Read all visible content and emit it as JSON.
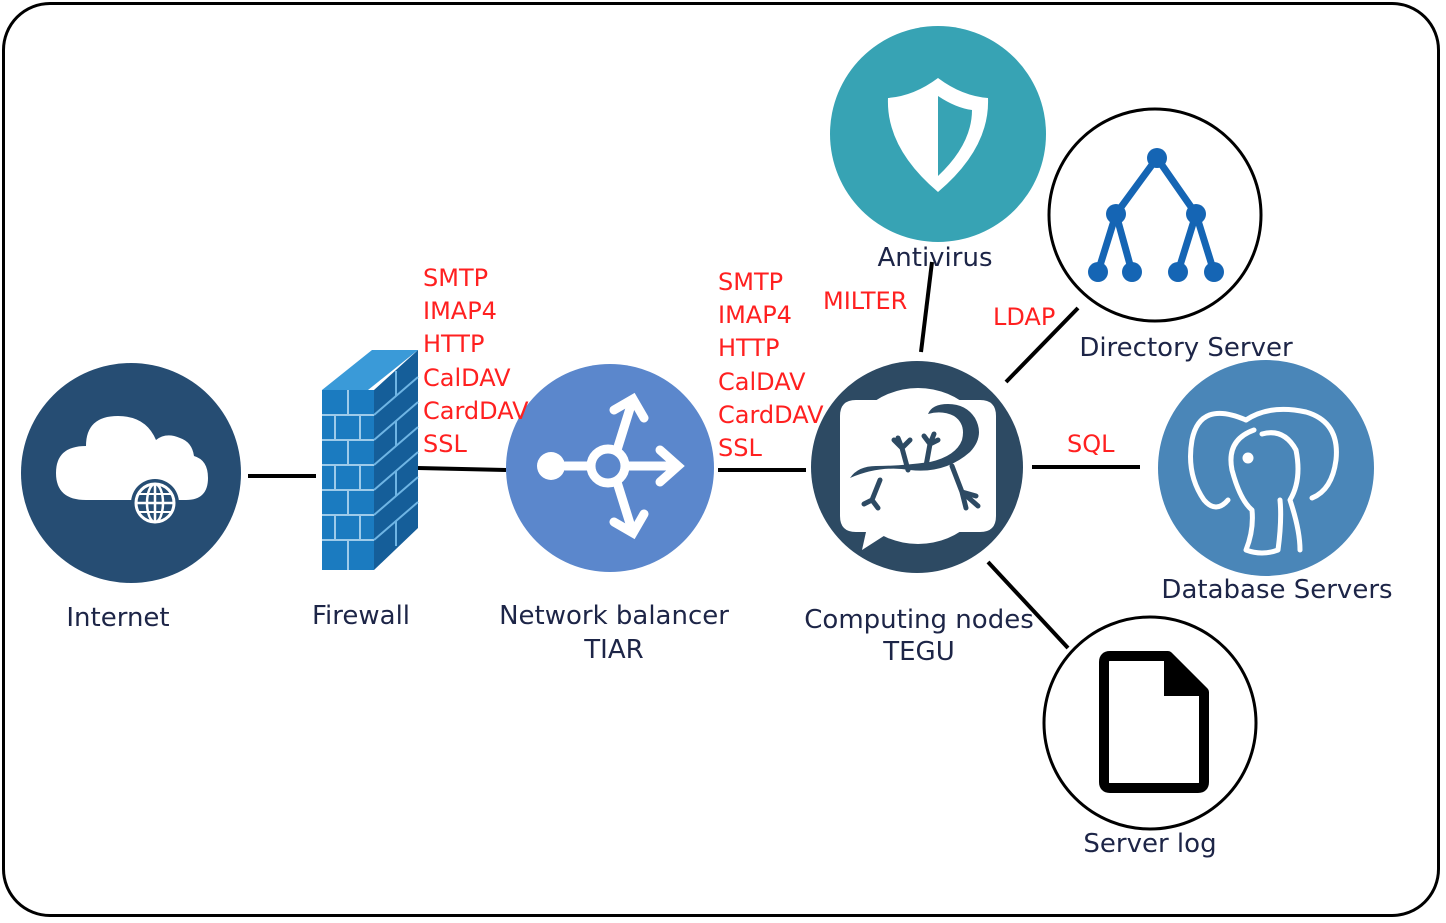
{
  "colors": {
    "internet": "#264d73",
    "firewall": "#1b7bc0",
    "balancer": "#5b87cc",
    "computing": "#2d4a63",
    "antivirus": "#37a3b4",
    "database": "#4a86b8",
    "directory_icon": "#1565b4",
    "label": "#1d2547",
    "protocol": "#ff2020"
  },
  "nodes": {
    "internet": {
      "label": "Internet",
      "icon": "cloud-globe-icon"
    },
    "firewall": {
      "label": "Firewall",
      "icon": "brick-wall-icon"
    },
    "balancer": {
      "label_line1": "Network balancer",
      "label_line2": "TIAR",
      "icon": "load-balancer-icon"
    },
    "computing": {
      "label_line1": "Computing nodes",
      "label_line2": "TEGU",
      "icon": "lizard-icon"
    },
    "antivirus": {
      "label": "Antivirus",
      "icon": "shield-icon"
    },
    "directory": {
      "label": "Directory Server",
      "icon": "tree-hierarchy-icon"
    },
    "database": {
      "label": "Database Servers",
      "icon": "elephant-icon"
    },
    "serverlog": {
      "label": "Server log",
      "icon": "document-icon"
    }
  },
  "protocols": {
    "firewall_to_balancer": [
      "SMTP",
      "IMAP4",
      "HTTP",
      "CalDAV",
      "CardDAV",
      "SSL"
    ],
    "balancer_to_computing": [
      "SMTP",
      "IMAP4",
      "HTTP",
      "CalDAV",
      "CardDAV",
      "SSL"
    ],
    "antivirus": "MILTER",
    "directory": "LDAP",
    "database": "SQL"
  }
}
